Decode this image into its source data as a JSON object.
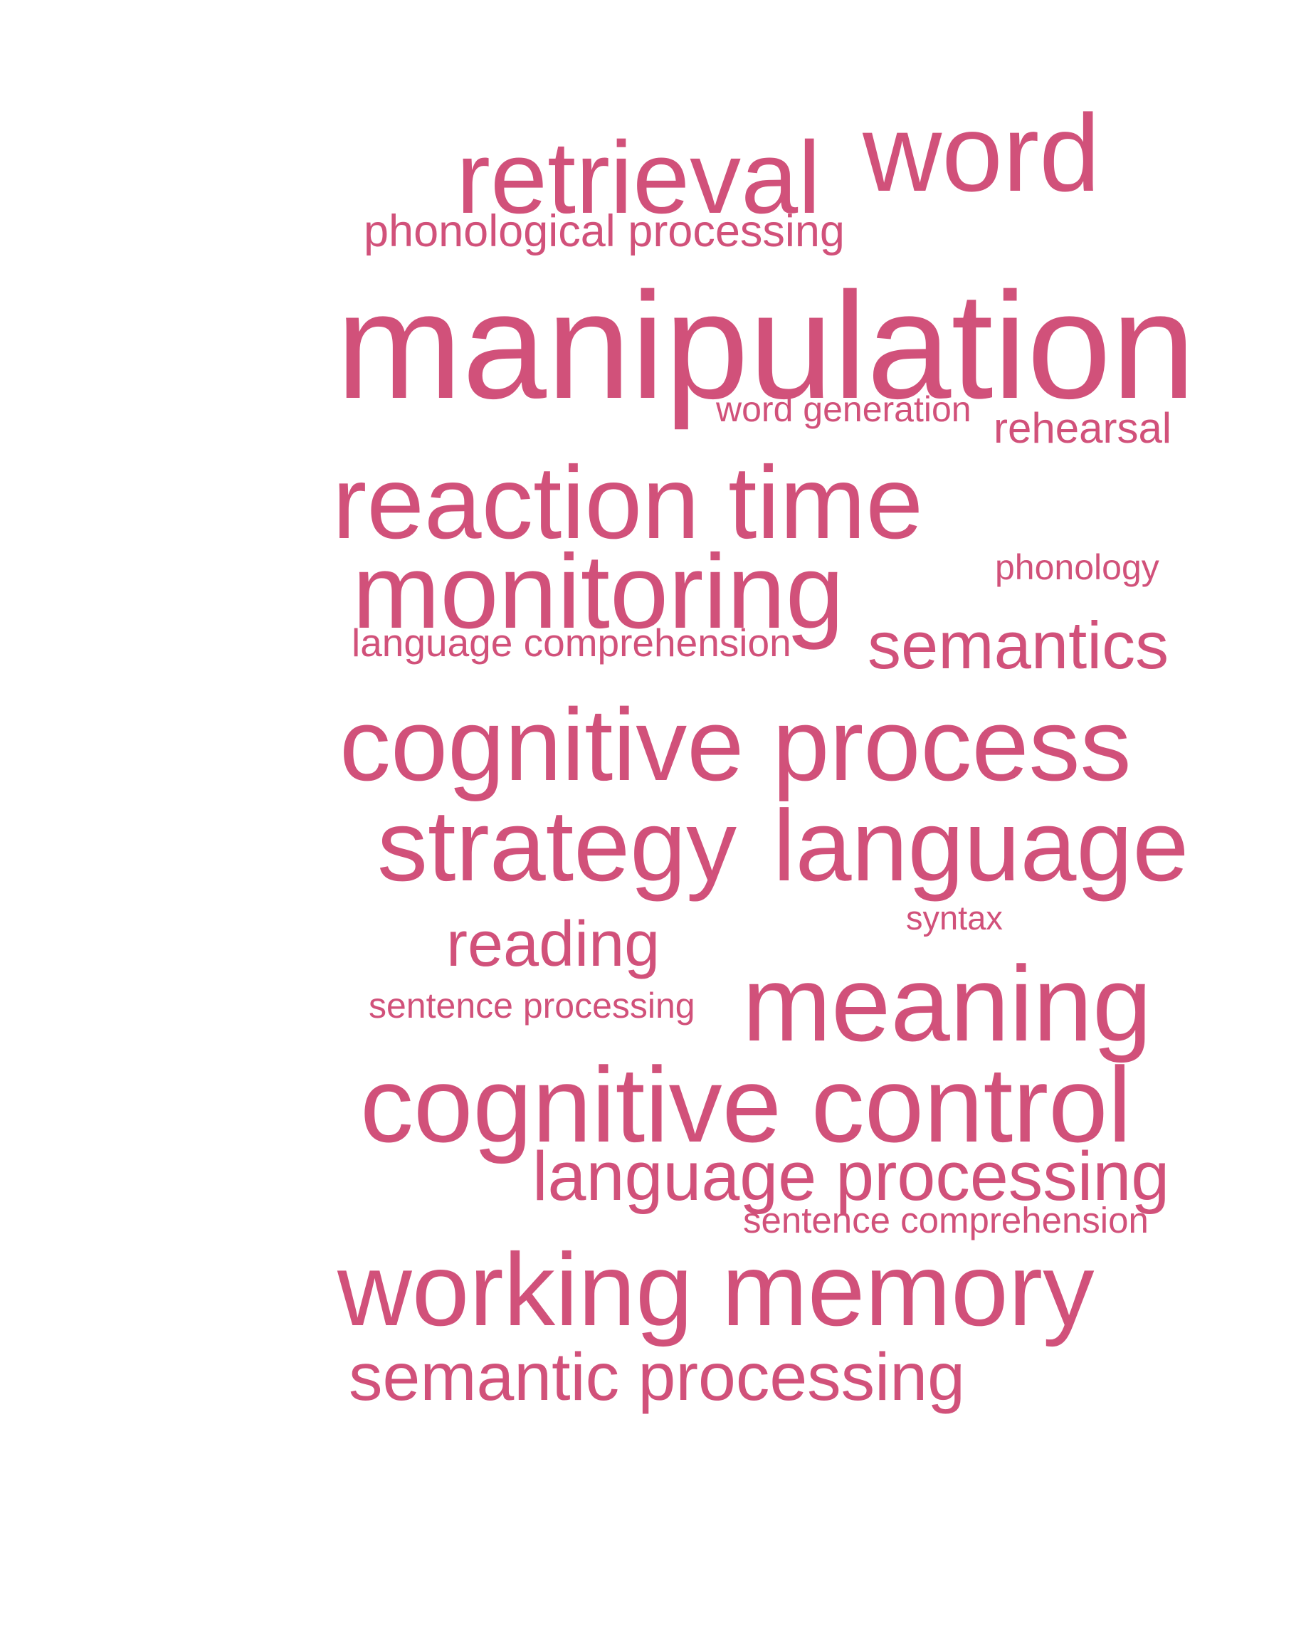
{
  "colors": {
    "background": "#ffffff",
    "word": "#d1517a"
  },
  "words": [
    {
      "text": "retrieval"
    },
    {
      "text": "word"
    },
    {
      "text": "phonological processing"
    },
    {
      "text": "manipulation"
    },
    {
      "text": "word generation"
    },
    {
      "text": "rehearsal"
    },
    {
      "text": "reaction time"
    },
    {
      "text": "monitoring"
    },
    {
      "text": "phonology"
    },
    {
      "text": "language comprehension"
    },
    {
      "text": "semantics"
    },
    {
      "text": "cognitive process"
    },
    {
      "text": "strategy"
    },
    {
      "text": "language"
    },
    {
      "text": "syntax"
    },
    {
      "text": "reading"
    },
    {
      "text": "meaning"
    },
    {
      "text": "sentence processing"
    },
    {
      "text": "cognitive control"
    },
    {
      "text": "language processing"
    },
    {
      "text": "sentence comprehension"
    },
    {
      "text": "working memory"
    },
    {
      "text": "semantic processing"
    }
  ]
}
